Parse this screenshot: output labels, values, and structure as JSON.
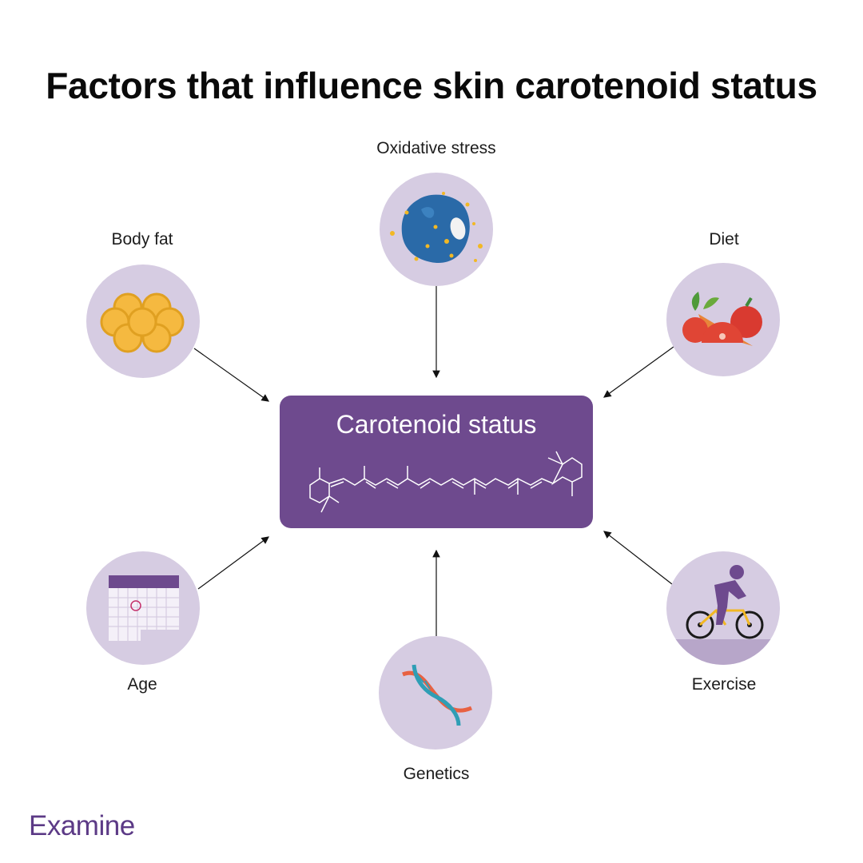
{
  "title": "Factors that influence skin carotenoid status",
  "center": {
    "label": "Carotenoid status"
  },
  "factors": {
    "oxidative_stress": {
      "label": "Oxidative stress",
      "icon": "cell-icon"
    },
    "body_fat": {
      "label": "Body fat",
      "icon": "fat-cells-icon"
    },
    "diet": {
      "label": "Diet",
      "icon": "vegetables-icon"
    },
    "age": {
      "label": "Age",
      "icon": "calendar-icon"
    },
    "genetics": {
      "label": "Genetics",
      "icon": "dna-icon"
    },
    "exercise": {
      "label": "Exercise",
      "icon": "cyclist-icon"
    }
  },
  "brand": {
    "name": "Examine"
  },
  "colors": {
    "accent": "#6e4a8e",
    "node": "#d6cce2",
    "brand": "#5c3a86"
  }
}
